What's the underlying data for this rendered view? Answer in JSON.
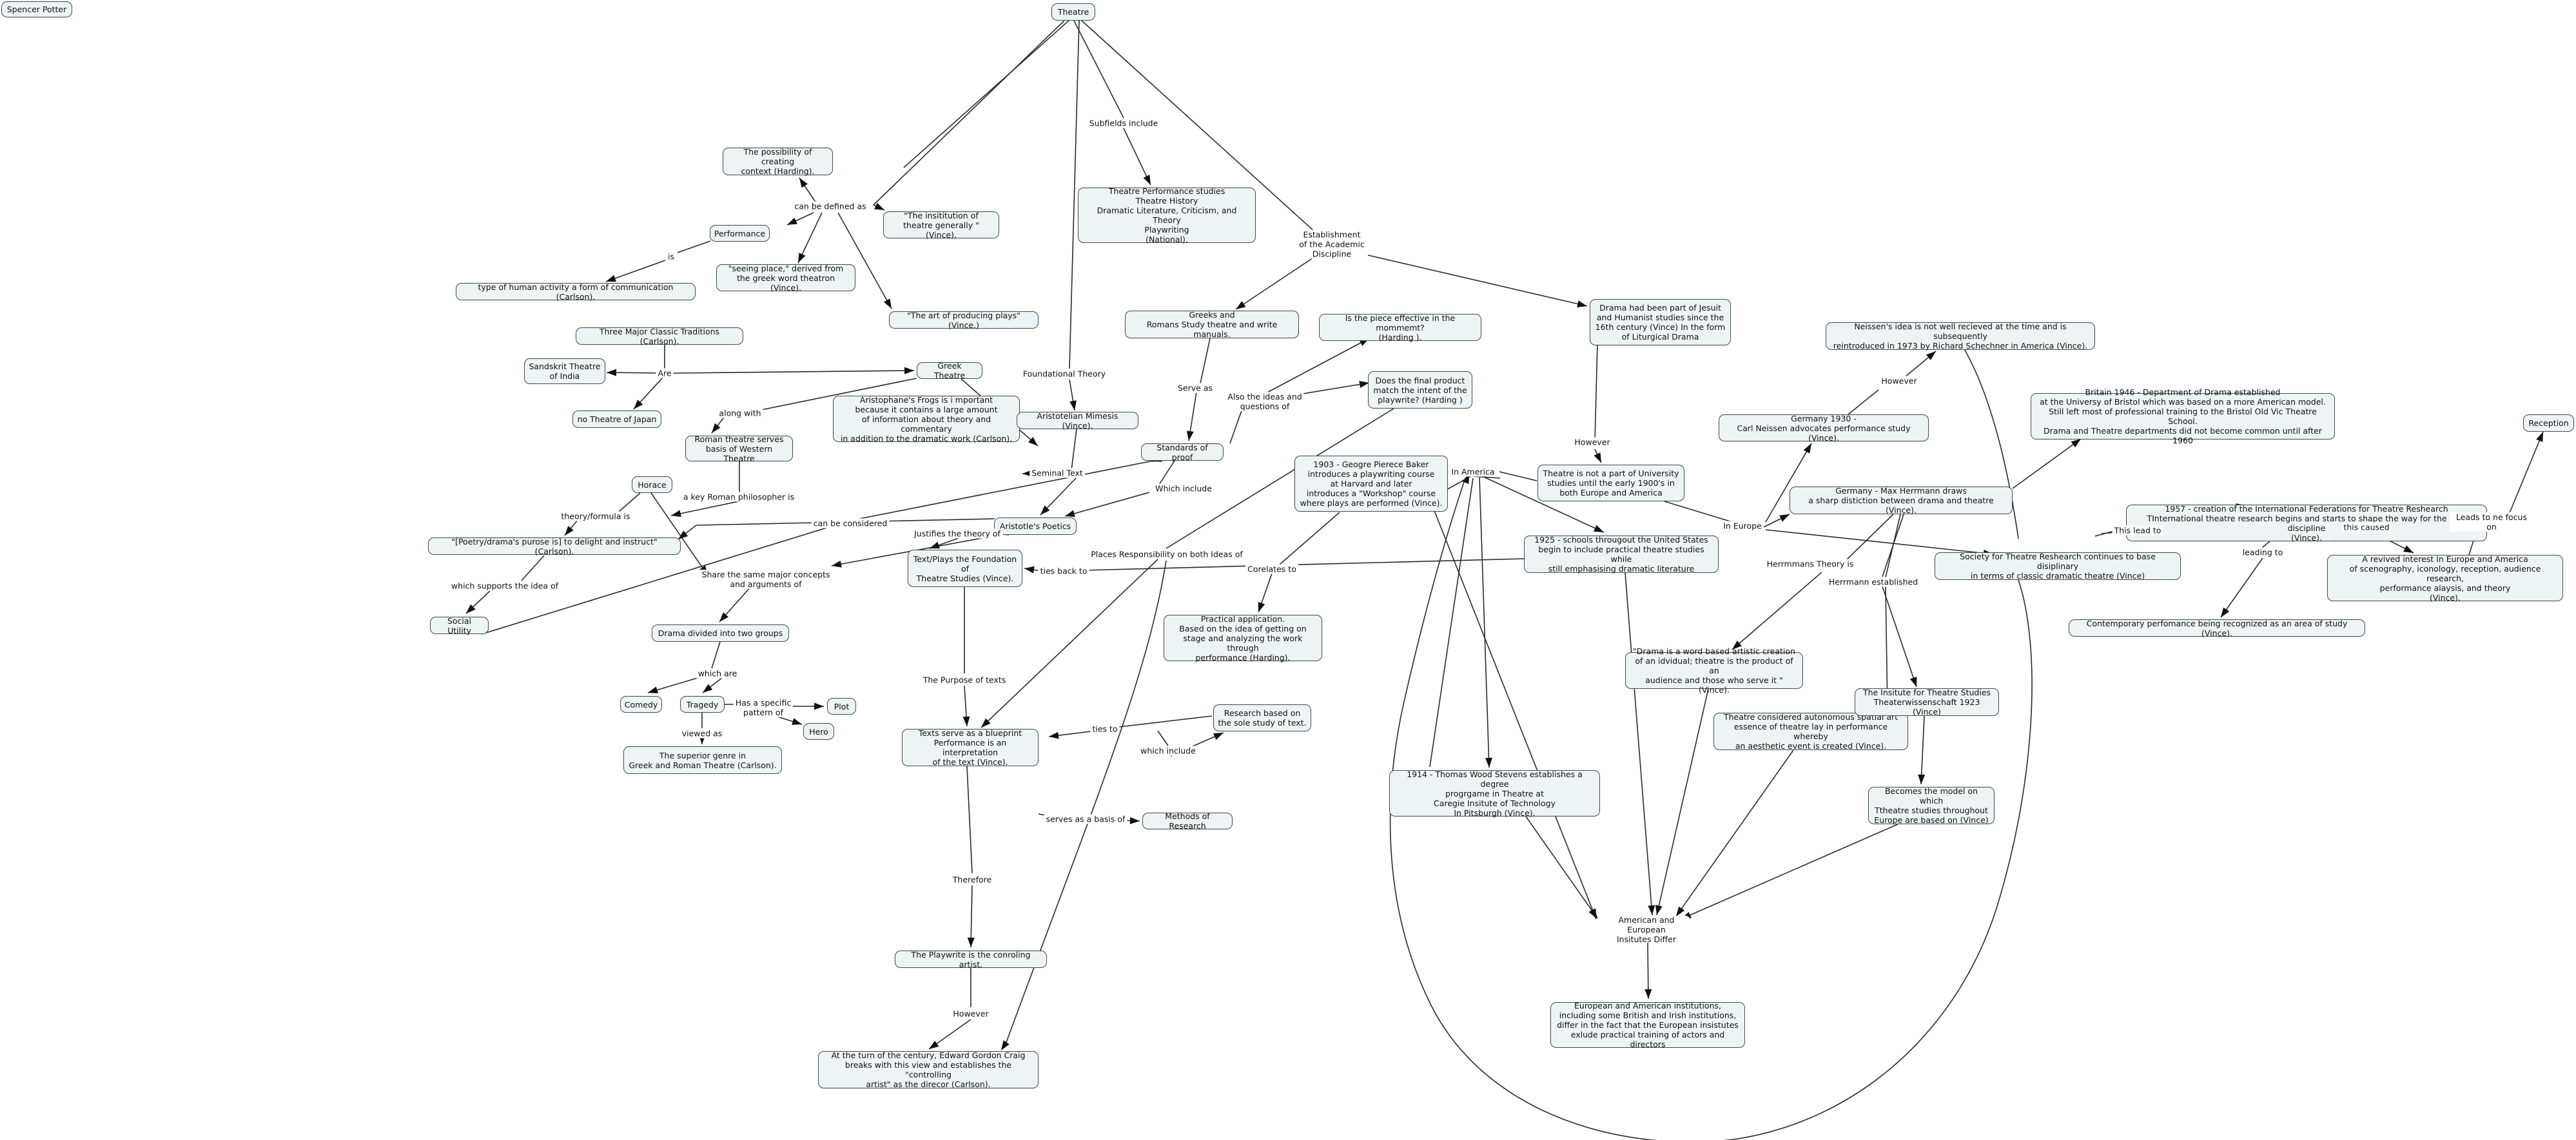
{
  "author": "Spencer Potter",
  "nodes": {
    "theatre": "Theatre",
    "subfields": "Theatre Performance studies\nTheatre History\nDramatic Literature, Criticism, and Theory\nPlaywriting\n(National).",
    "possibility": "The possibility of creating\ncontext (Harding).",
    "performance": "Performance",
    "institution": "\"The insititution of\ntheatre generally \" (Vince).",
    "seeing_place": "\"seeing place,\" derived from\nthe greek word theatron (Vince).",
    "human_activity": "type of human activity a form of communication (Carlson).",
    "art_producing": "\"The art of producing plays\"(Vince.)",
    "three_major": "Three Major Classic Traditions (Carlson).",
    "sandskrit": "Sandskrit Theatre\nof India",
    "greek_theatre": "Greek Theatre",
    "no_theatre": "no Theatre of Japan",
    "roman_theatre": "Roman theatre serves\nbasis of Western Theatre",
    "horace": "Horace",
    "poetry_purpose": "\"[Poetry/drama's purose is] to delight and instruct\" (Carlson).",
    "social_utility": "Social Utility",
    "aristophanes": "Aristophane's Frogs  is i mportant\nbecause it contains a large amount\nof information about theory and commentary\nin addition to the dramatic work (Carlson).",
    "aristotelian": "Aristotelian Mimesis (Vince).",
    "aristotles_poetics": "Aristotle's Poetics",
    "greeks_romans": "Greeks and\nRomans Study theatre and write manuals.",
    "standards": "Standards of proof",
    "piece_effective": "Is the piece effective in the mommemt?\n(Harding ).",
    "final_product": "Does the final product\nmatch the intent of the\nplaywrite? (Harding )",
    "text_plays": "Text/Plays the Foundation\nof\nTheatre Studies (Vince).",
    "drama_divided": "Drama divided into two groups",
    "comedy": "Comedy",
    "tragedy": "Tragedy",
    "plot": "Plot",
    "hero": "Hero",
    "superior_genre": "The superior genre in\nGreek and Roman Theatre (Carlson).",
    "blueprint": "Texts serve as a blueprint\nPerformance is an interpretation\nof the text (Vince).",
    "methods": "Methods of Research",
    "research_sole": "Research based on\nthe sole study of text.",
    "practical": "Practical application.\nBased on the idea of getting on\nstage and analyzing the work through\nperformance (Harding).",
    "baker": "1903 - Geogre Pierece Baker\nintroduces a playwriting course\nat Harvard and later\nintroduces a \"Workshop\" course\nwhere plays are performed (Vince).",
    "schools_1925": "1925 - schools througout the United States\nbegin to include practical theatre studies while\nstill emphasising dramatic literature",
    "stevens": "1914 - Thomas Wood Stevens establishes a degree\nprogrgame in Theatre at\nCaregie Insitute of Technology\nIn Pitsburgh (Vince).",
    "playwrite_control": "The Playwrite is the conroling artist.",
    "craig": "At the turn of the century, Edward Gordon Craig\nbreaks with this view and establishes the \"controlling\nartist\" as the direcor (Carlson).",
    "drama_part": "Drama had been part of Jesuit\nand Humanist studies since the\n16th century (Vince) In the form\nof Liturgical Drama",
    "not_part": "Theatre is not a part of University\nstudies until the early 1900's in\nboth Europe and America",
    "drama_word": "\"Drama is a word based artistic creation\nof an idvidual; theatre is the product of an\naudience and those who serve it \" (Vince).",
    "autonomous": "Theatre considered autonomous spatial art\nessence of theatre lay in performance whereby\nan aesthetic event is created (Vince).",
    "institute_studies": "The Insitute for Theatre Studies\nTheaterwissenschaft 1923 (Vince)",
    "model": "Becomes the model on which\nTtheatre studies throughout\nEurope are based on (Vince)",
    "differ": "American and European\nInsitutes Differ",
    "euro_american": "European and American institutions,\nincluding some British and Irish institutions,\ndiffer in the fact that the European insistutes\nexlude practical training of actors and directors",
    "niessen_idea": "Neissen's idea is not well recieved at the time and is subsequently\nreintroduced in 1973 by Richard Schechner in America (Vince).",
    "germany_1930": "Germany 1930 -\nCarl Neissen advocates performance study (Vince).",
    "herrmann": "Germany - Max Herrmann draws\na sharp distiction between drama and theatre (Vince).",
    "britain": "Britain 1946 - Department of Drama established\nat the Universy of Bristol which was based on a more American model.\nStill left most of professional training to the Bristol Old Vic Theatre School.\nDrama and Theatre departments did not become common until after 1960",
    "society": "Society for Theatre Reshearch continues to base disiplinary\nin terms of classic dramatic theatre (Vince)",
    "international": "1957 - creation of the International Federations for Theatre Reshearch\nTInternational theatre research begins and starts to shape the way for the new discipline\n(Vince).",
    "reception": "Reception",
    "contemporary": "Contemporary perfomance being recognized as an area of study (Vince).",
    "revived": "A revived interest In Europe and America\nof scenography, iconology, reception, audience research,\nperformance alaysis, and theory\n(Vince)."
  },
  "labels": {
    "subfields_include": "Subfields include",
    "establishment": "Establishment\nof the Academic\nDiscipline",
    "can_be_defined": "can be defined as",
    "is": "is",
    "are": "Are",
    "along_with": "along with",
    "key_roman": "a key Roman philosopher is",
    "theory_formula": "theory/formula is",
    "supports": "which supports the idea of",
    "foundational": "Foundational Theory",
    "serve_as": "Serve as",
    "seminal": "Seminal Text",
    "also_ideas": "Also the ideas  and\nquestions of",
    "which_include": "Which include",
    "can_be_considered": "can be considered",
    "share_same": "Share the same major concepts\nand arguments of",
    "justifies": "Justifies the theory of",
    "ties_back": "ties back to",
    "which_are": "which are",
    "has_specific": "Has a specific\npattern of",
    "viewed_as": "viewed as",
    "purpose_texts": "The Purpose of texts",
    "therefore": "Therefore",
    "however_1": "However",
    "ties_to": "ties to",
    "which_include_2": "which include",
    "serves_basis": "serves as a basis of",
    "places_resp": "Places Responsibility on both Ideas of",
    "corelates": "Corelates to",
    "in_america": "In America",
    "however_2": "However",
    "in_europe": "In Europe",
    "however_3": "However",
    "herrmann_theory": "Herrmmans Theory is",
    "herrmann_est": "Herrmann established",
    "this_lead": "This lead to",
    "leading_to": "leading to",
    "this_caused": "this caused",
    "leads_to": "Leads to ne focus on"
  },
  "colors": {
    "node_fill": "#eef3f4",
    "node_border": "#3d4a52",
    "edge": "#2b2b2b"
  }
}
